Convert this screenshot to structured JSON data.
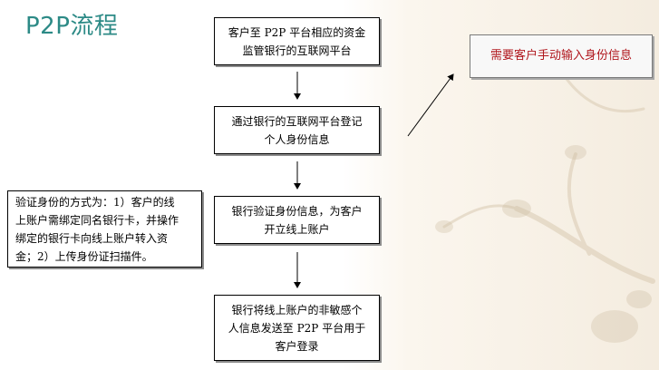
{
  "slide": {
    "title": "P2P流程"
  },
  "flow": {
    "steps": [
      "客户至 P2P 平台相应的资金\n监管银行的互联网平台",
      "通过银行的互联网平台登记\n个人身份信息",
      "银行验证身份信息，为客户\n开立线上账户",
      "银行将线上账户的非敏感个\n人信息发送至 P2P 平台用于\n客户登录"
    ]
  },
  "notes": {
    "verification_method": "验证身份的方式为：1）客户的线\n上账户需绑定同名银行卡，并操作\n绑定的银行卡向线上账户转入资\n金；2）上传身份证扫描件。",
    "manual_input": "需要客户手动输入身份信息"
  },
  "colors": {
    "title": "#2c8a86",
    "highlight_text": "#b0161c"
  }
}
